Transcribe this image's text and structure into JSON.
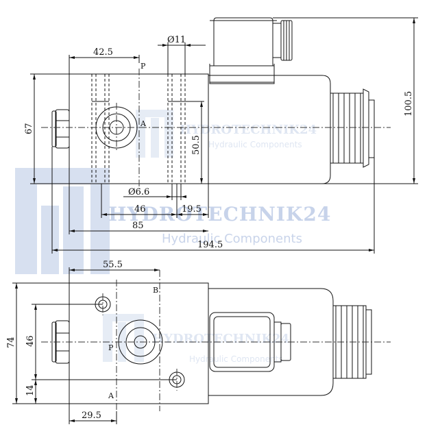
{
  "watermark": {
    "brand": "HYDROTECHNIK24",
    "tagline": "Hydraulic Components"
  },
  "top_view": {
    "dims": {
      "d_42_5": "42.5",
      "d_phi11": "Ø11",
      "d_67": "67",
      "d_50_5": "50.5",
      "d_100_5": "100.5",
      "d_phi6_6": "Ø6.6",
      "d_46": "46",
      "d_19_5": "19.5",
      "d_85": "85",
      "d_194_5": "194.5"
    },
    "ports": {
      "p": "P",
      "a": "A"
    }
  },
  "bottom_view": {
    "dims": {
      "d_55_5": "55.5",
      "d_74": "74",
      "d_46": "46",
      "d_14": "14",
      "d_29_5": "29.5"
    },
    "ports": {
      "b": "B",
      "p": "P",
      "a": "A"
    }
  }
}
